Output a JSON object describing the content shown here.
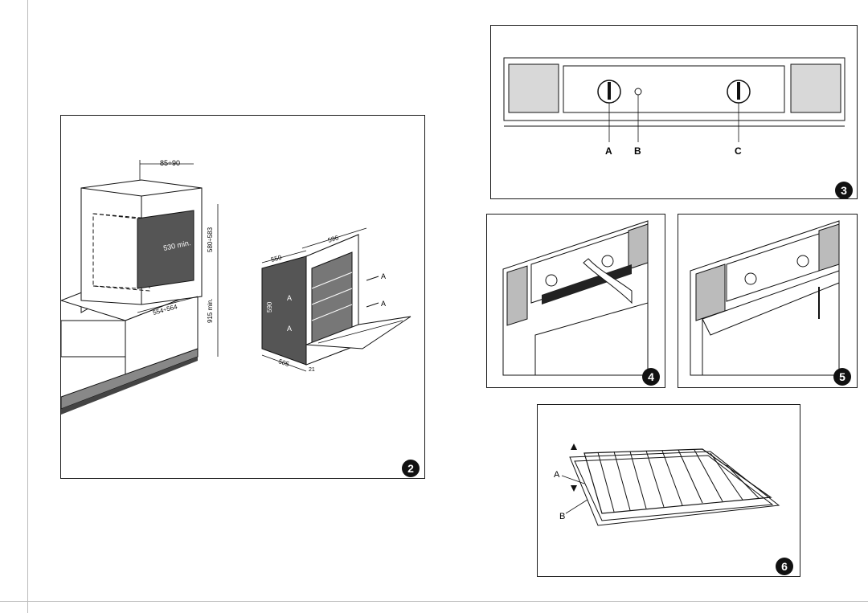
{
  "fig2": {
    "badge": "2",
    "dim_top": "85÷90",
    "dim_niche_depth": "530 min.",
    "dim_niche_height": "580÷583",
    "dim_niche_width": "554÷564",
    "dim_floor_height": "915 min.",
    "dim_oven_width": "596",
    "dim_oven_depth": "550",
    "dim_oven_height": "590",
    "dim_oven_body_depth": "505",
    "dim_front": "21",
    "label_a1": "A",
    "label_a2": "A",
    "label_a3": "A",
    "label_a4": "A"
  },
  "fig3": {
    "badge": "3",
    "label_a": "A",
    "label_b": "B",
    "label_c": "C"
  },
  "fig4": {
    "badge": "4"
  },
  "fig5": {
    "badge": "5"
  },
  "fig6": {
    "badge": "6",
    "label_a": "A",
    "label_b": "B"
  },
  "colors": {
    "ink": "#111111",
    "shade": "#555555",
    "paper": "#ffffff"
  }
}
